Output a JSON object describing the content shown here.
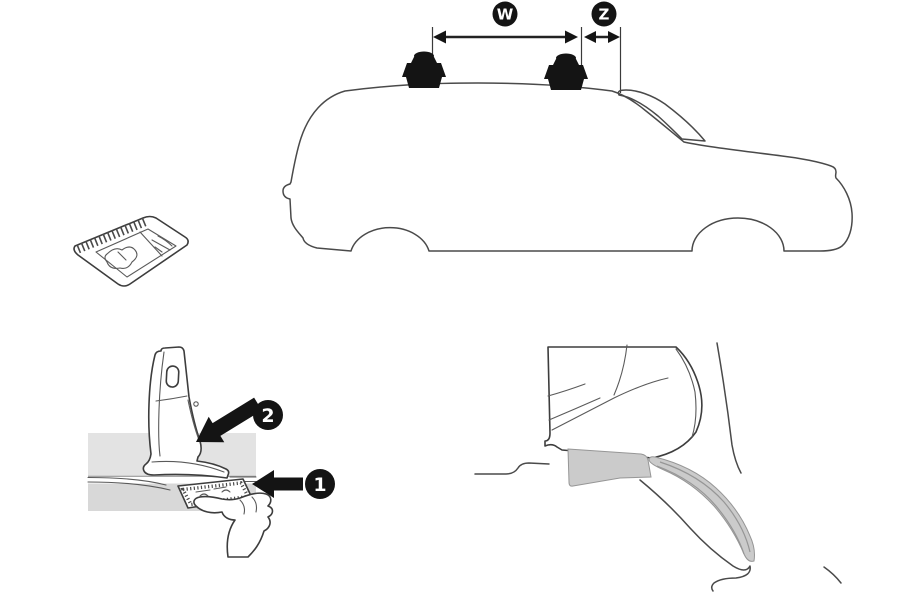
{
  "diagram": {
    "title": "roof-rack-fitting-instructions",
    "dimensions": {
      "between_feet_label": "W",
      "front_offset_label": "Z"
    },
    "steps": {
      "step_1_label": "1",
      "step_2_label": "2"
    },
    "colors": {
      "background": "#ffffff",
      "line_art": "#4a4a4a",
      "solid_black": "#141414",
      "roof_band_light": "#e3e3e3",
      "roof_band_mid": "#d8d8d8",
      "pad_gray": "#cbcbcb",
      "pad_line_gray": "#969696"
    },
    "icons": {
      "car": "car-side-profile-icon",
      "mounts": "roof-mount-pod-icon",
      "sheet": "instruction-template-sheet-icon",
      "foot": "roof-rack-foot-icon",
      "hand": "hand-inserting-template-icon",
      "arrow_left": "thick-left-arrow-icon",
      "arrow_diagonal": "thick-down-left-arrow-icon",
      "dimension_w": "width-dimension-arrow-icon",
      "dimension_z": "offset-dimension-arrow-icon"
    }
  }
}
